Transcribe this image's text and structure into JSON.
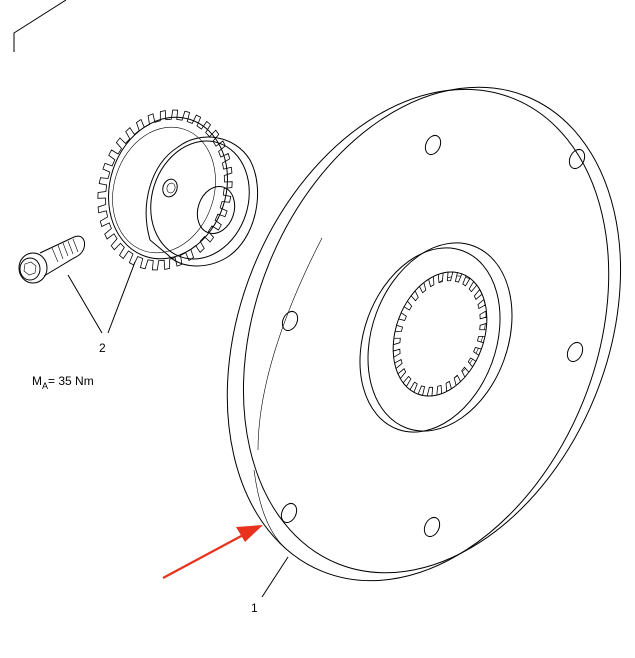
{
  "labels": {
    "part_1": "1",
    "part_2": "2"
  },
  "torque": {
    "symbol": "M",
    "subscript": "A",
    "value": "= 35 Nm"
  },
  "colors": {
    "line": "#000000",
    "arrow": "#e8321e",
    "background": "#ffffff"
  },
  "icons": [
    "flex-plate",
    "spur-gear",
    "socket-head-screw",
    "red-arrow"
  ]
}
